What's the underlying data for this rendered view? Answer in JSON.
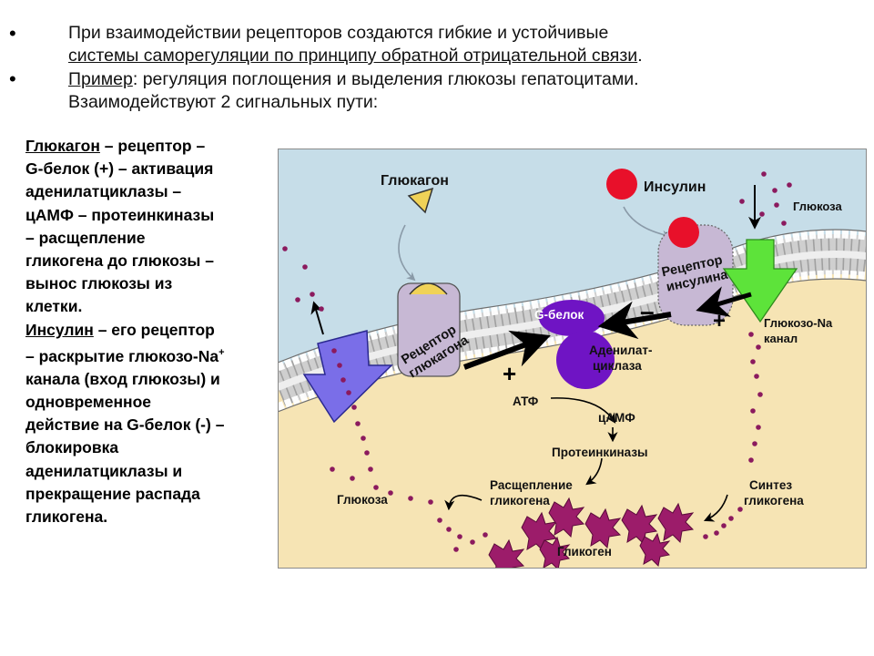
{
  "bullets": {
    "b1_line1": "При взаимодействии рецепторов создаются гибкие и устойчивые",
    "b1_line2": "системы саморегуляции по принципу обратной отрицательной связи",
    "b1_line2_end": ".",
    "b2_term": "Пример",
    "b2_rest": ": регуляция поглощения и выделения глюкозы гепатоцитами.",
    "b2_line2": "Взаимодействуют 2 сигнальных пути:"
  },
  "side": {
    "glucagon_term": "Глюкагон",
    "glucagon_lines": [
      " – рецептор –",
      "G-белок (+) – активация",
      "аденилатциклазы –",
      "цАМФ – протеинкиназы",
      "– расщепление",
      "гликогена до глюкозы –",
      "вынос глюкозы из",
      "клетки."
    ],
    "insulin_term": "Инсулин",
    "insulin_line1": " – его рецептор",
    "insulin_line2_a": "– раскрытие глюкозо-Na",
    "insulin_line2_sup": "+",
    "insulin_lines": [
      "канала (вход глюкозы) и",
      "одновременное",
      "действие на G-белок (-) –",
      "блокировка",
      "аденилатциклазы и",
      "прекращение распада",
      "гликогена."
    ]
  },
  "diagram": {
    "glucagon": "Глюкагон",
    "insulin": "Инсулин",
    "glucose_top": "Глюкоза",
    "receptor_glucagon_1": "Рецептор",
    "receptor_glucagon_2": "глюкагона",
    "receptor_insulin_1": "Рецептор",
    "receptor_insulin_2": "инсулина",
    "g_protein": "G-белок",
    "adenylate_1": "Аденилат-",
    "adenylate_2": "циклаза",
    "atp": "АТФ",
    "camp": "цАМФ",
    "protein_kinases": "Протеинкиназы",
    "breakdown_1": "Расщепление",
    "breakdown_2": "гликогена",
    "synthesis_1": "Синтез",
    "synthesis_2": "гликогена",
    "glycogen": "Гликоген",
    "glucose_left": "Глюкоза",
    "channel_1": "Глюкозо-Na",
    "channel_2": "канал",
    "plus": "+",
    "minus": "–"
  },
  "colors": {
    "extracellular": "#c6dde8",
    "cytoplasm": "#f6e4b4",
    "dots": "#8b1a5e",
    "glycogen": "#9c1c6a",
    "receptor": "#c7b8d4",
    "adenylate": "#6f14c4",
    "insulin": "#e8102a",
    "channel": "#5de33a",
    "export_arrow": "#7a6ee8",
    "glucagon": "#f0d257"
  }
}
